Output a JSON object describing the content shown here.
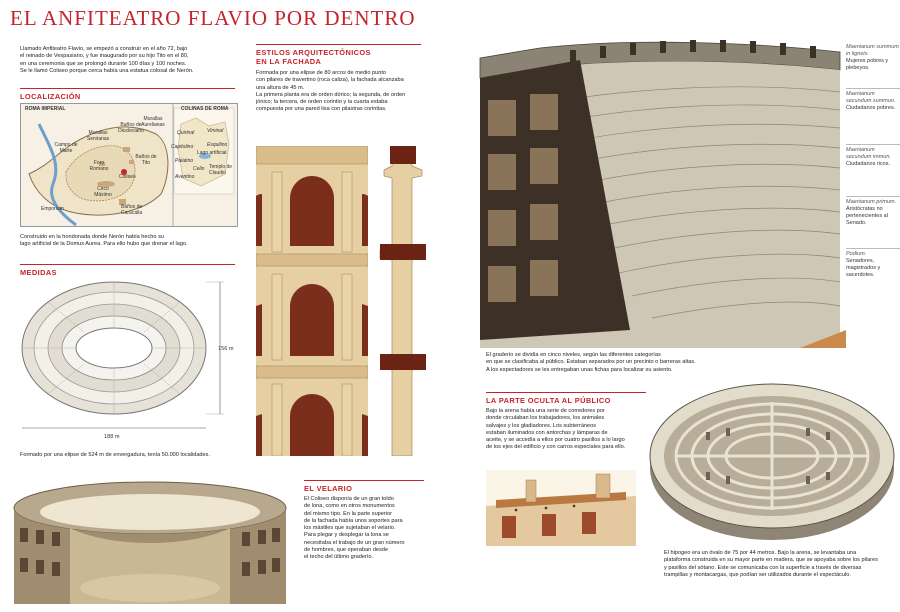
{
  "title": "EL ANFITEATRO FLAVIO POR DENTRO",
  "intro": [
    "Llamado Anfiteatro Flavio, se empezó a construir en el año 72, bajo",
    "el reinado de Vespasiano, y fue inaugurado por su hijo Tito en el 80,",
    "en una ceremonia que se prolongó durante 100 días y 100 noches.",
    "Se le llamó Coliseo porque cerca había una estatua colosal de Nerón."
  ],
  "location": {
    "heading": "LOCALIZACIÓN",
    "map_left_title": "ROMA IMPERIAL",
    "map_right_title": "COLINAS DE ROMA",
    "labels": {
      "murallas_aurelianas": "Murallas Aurelianas",
      "murallas_servianas": "Murallas Servianas",
      "banos_diocleciano": "Baños de Diocleciano",
      "campo_marte": "Campo de Marte",
      "foro_romano": "Foro Romano",
      "banos_tito": "Baños de Tito",
      "coliseo": "Coliseo",
      "circo_maximo": "Circo Máximo",
      "emporium": "Emporium",
      "banos_caracalla": "Baños de Caracalla",
      "quirinal": "Quirinal",
      "viminal": "Viminal",
      "capitolino": "Capitolino",
      "esquilino": "Esquilino",
      "palatino": "Palatino",
      "lago_artificial": "Lago artificial",
      "aventino": "Aventino",
      "celio": "Celio",
      "templo_claudio": "Templo de Claudio"
    },
    "caption": [
      "Construido en la hondonada donde Nerón había hecho su",
      "lago artificial de la Domus Aurea. Para ello hubo que drenar el lago."
    ]
  },
  "measures": {
    "heading": "MEDIDAS",
    "height_label": "156 m",
    "width_label": "188 m",
    "caption": "Formado por una elipse de 524 m de envergadura, tenía 50.000 localidades."
  },
  "styles": {
    "heading_line1": "ESTILOS ARQUITECTÓNICOS",
    "heading_line2": "EN LA FACHADA",
    "text": [
      "Formada por una elipse de 80 arcos de medio punto",
      "con pilares de travertino (roca caliza), la fachada alcanzaba",
      "una altura de 45 m.",
      "La primera planta era de orden dórico; la segunda, de orden",
      "jónico; la tercera, de orden corintio y la cuarta estaba",
      "compuesta por una pared lisa con pilastras corintias."
    ]
  },
  "velario": {
    "heading": "EL VELARIO",
    "text": [
      "El Coliseo disponía de un gran toldo",
      "de lona, como en otros monumentos",
      "del mismo tipo. En la parte superior",
      "de la fachada había unos soportes para",
      "los mástiles que sujetaban el velario.",
      "Para plegar y desplegar la lona se",
      "necesitaba el trabajo de un gran número",
      "de hombres, que operaban desde",
      "el techo del último graderío."
    ]
  },
  "levels": [
    {
      "name": "Maenianum summum in ligneis.",
      "desc": "Mujeres pobres y plebeyos."
    },
    {
      "name": "Maenianum secundum summun.",
      "desc": "Ciudadanos pobres."
    },
    {
      "name": "Maenianum secundum immun.",
      "desc": "Ciudadanos ricos."
    },
    {
      "name": "Maenianum primum.",
      "desc": "Aristócratas no pertenecientes al Senado."
    },
    {
      "name": "Podium.",
      "desc": "Senadores, magistrados y sacerdotes."
    }
  ],
  "seating_caption": [
    "El graderío se dividía en cinco niveles, según las diferentes categorías",
    "en que se clasificaba al público. Estaban separados por un precinto o barreras altas.",
    "A los espectadores se les entregaban unas fichas para localizar su asiento."
  ],
  "hidden": {
    "heading": "LA PARTE OCULTA AL PÚBLICO",
    "text": [
      "Bajo la arena había una serie de corredores por",
      "donde circulaban los trabajadores, los animales",
      "salvajes y los gladiadores. Los subterráneos",
      "estaban iluminados con antorchas y lámparas de",
      "aceite, y se accedía a ellos por cuatro pasillos a lo largo",
      "de los ejes del edificio y con carros especiales para ello."
    ]
  },
  "hypogeum_caption": [
    "El hipogeo era un óvalo de 75 por 44 metros. Bajo la arena, se levantaba una",
    "plataforma construida en su mayor parte en madera, que se apoyaba sobre los pilares",
    "y pasillos del sótano. Este se comunicaba con la superficie a través de diversas",
    "trampillas y montacargas, que podían ser utilizados durante el espectáculo."
  ],
  "colors": {
    "accent": "#c4242b",
    "stone": "#d9c59b",
    "stone_dark": "#7a6a55",
    "brick": "#8a3e2a"
  }
}
